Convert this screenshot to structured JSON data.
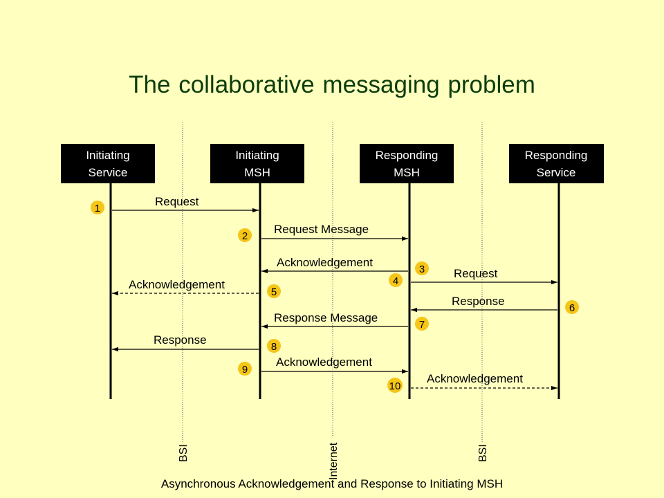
{
  "title": "The collaborative messaging problem",
  "caption": "Asynchronous Acknowledgement and Response to Initiating MSH",
  "participants": [
    {
      "line1": "Initiating",
      "line2": "Service"
    },
    {
      "line1": "Initiating",
      "line2": "MSH"
    },
    {
      "line1": "Responding",
      "line2": "MSH"
    },
    {
      "line1": "Responding",
      "line2": "Service"
    }
  ],
  "boundaries": [
    "BSI",
    "Internet",
    "BSI"
  ],
  "messages": [
    {
      "label": "Request"
    },
    {
      "label": "Request Message"
    },
    {
      "label": "Acknowledgement"
    },
    {
      "label": "Request"
    },
    {
      "label": "Acknowledgement"
    },
    {
      "label": "Response"
    },
    {
      "label": "Response Message"
    },
    {
      "label": "Response"
    },
    {
      "label": "Acknowledgement"
    },
    {
      "label": "Acknowledgement"
    }
  ],
  "steps": [
    "1",
    "2",
    "3",
    "4",
    "5",
    "6",
    "7",
    "8",
    "9",
    "10"
  ],
  "colors": {
    "background": "#ffffc0",
    "title": "#0b3d0b",
    "badge": "#f5c518",
    "box": "#000000"
  }
}
